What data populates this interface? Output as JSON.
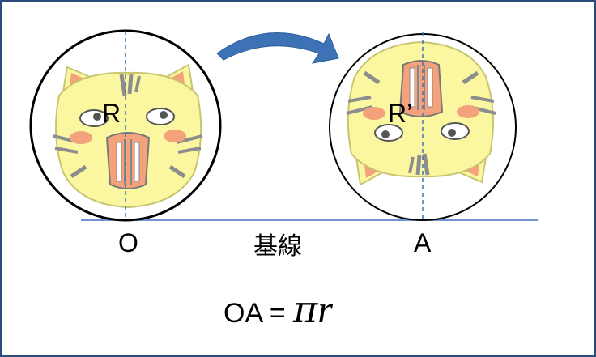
{
  "labels": {
    "left_circle": "R",
    "right_circle": "R’",
    "point_o": "O",
    "point_a": "A",
    "baseline": "基線"
  },
  "formula": {
    "lhs": "OA =",
    "pi": "π",
    "r": "r"
  },
  "colors": {
    "frame": "#2a4d7e",
    "baseline": "#4472c4",
    "arrow": "#3d73b6",
    "cat_fill": "#fbf7a0",
    "stripe": "#8d8d8d",
    "cheek": "#f3a27b"
  },
  "icons": {
    "cat_face": "tiger-cat-face-icon",
    "arrow": "curved-arrow-icon"
  }
}
